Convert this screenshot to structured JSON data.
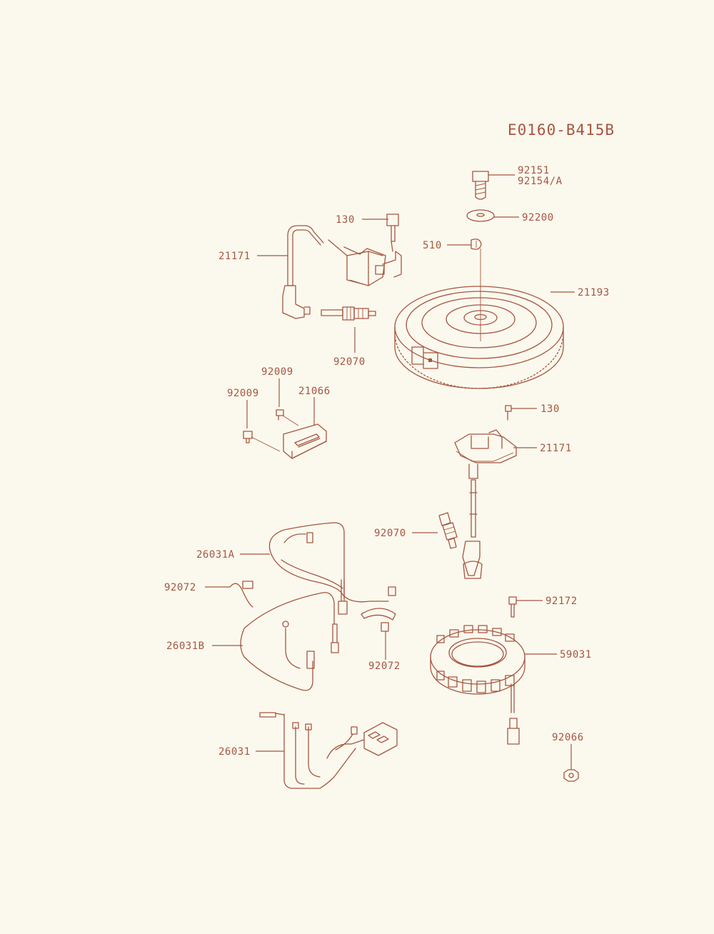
{
  "diagram_code": "E0160-B415B",
  "labels": {
    "p92151": "92151",
    "p92154a": "92154/A",
    "p130_top": "130",
    "p92200": "92200",
    "p510": "510",
    "p21171_top": "21171",
    "p21193": "21193",
    "p92070_top": "92070",
    "p92009_a": "92009",
    "p92009_b": "92009",
    "p21066": "21066",
    "p130_mid": "130",
    "p21171_mid": "21171",
    "p92070_mid": "92070",
    "p26031a": "26031A",
    "p92072_left": "92072",
    "p92172": "92172",
    "p26031b": "26031B",
    "p59031": "59031",
    "p92072_right": "92072",
    "p92066": "92066",
    "p26031": "26031"
  },
  "colors": {
    "ink": "#a8553f",
    "paper": "#fbf9ee"
  }
}
